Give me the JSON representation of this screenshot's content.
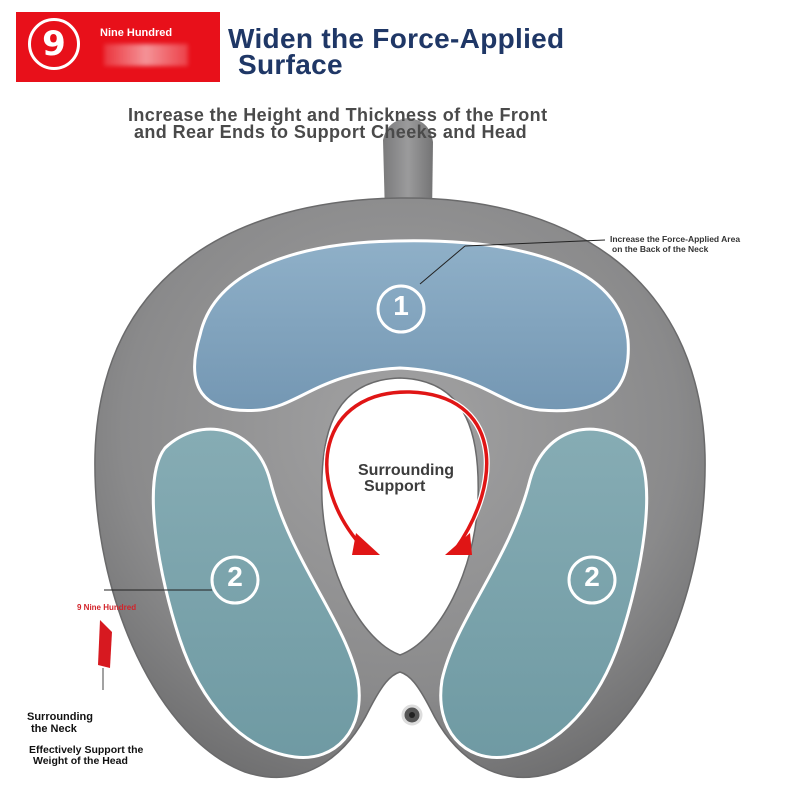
{
  "brand": {
    "logo_digit": "9",
    "name": "Nine Hundred",
    "small_brand": "9 Nine Hundred"
  },
  "headline": {
    "line1": "Widen the Force-Applied",
    "line2": "Surface"
  },
  "subheadline": {
    "line1": "Increase the Height and Thickness of the Front",
    "line2": "and Rear Ends to Support Cheeks and Head"
  },
  "annotations": {
    "back_of_neck_line1": "Increase the Force-Applied Area",
    "back_of_neck_line2": "on the Back of the Neck",
    "center_line1": "Surrounding",
    "center_line2": "Support",
    "zone1_number": "1",
    "zone2_left_number": "2",
    "zone2_right_number": "2",
    "side_line1": "Surrounding",
    "side_line2": "the Neck",
    "side_line3": "Effectively Support the",
    "side_line4": "Weight of the Head"
  },
  "colors": {
    "brand_red": "#e8101a",
    "headline_navy": "#1f3766",
    "pillow_gray": "#8a8a8b",
    "zone_blue": "#7fa3bf",
    "zone_teal": "#7ba6ad",
    "arrow_red": "#e01515"
  }
}
